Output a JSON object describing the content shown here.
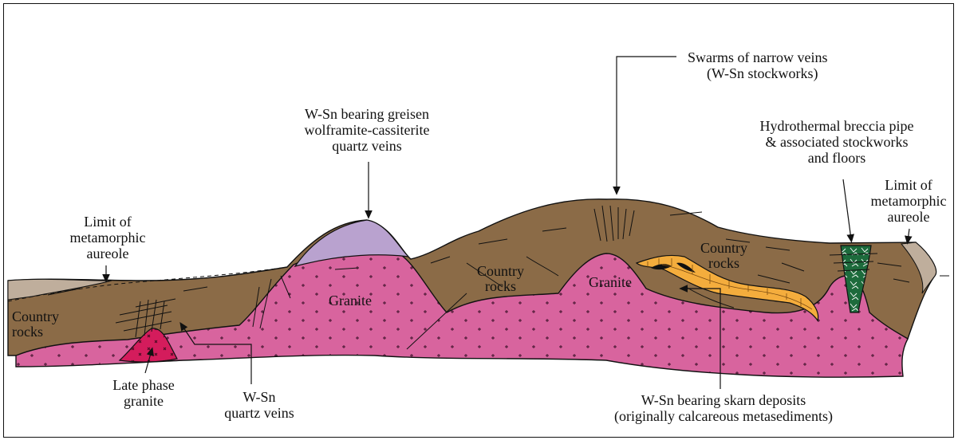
{
  "labels": {
    "swarms_line1": "Swarms of narrow veins",
    "swarms_line2": "(W-Sn stockworks)",
    "greisen_line1": "W-Sn bearing greisen",
    "greisen_line2": "wolframite-cassiterite",
    "greisen_line3": "quartz veins",
    "breccia_line1": "Hydrothermal breccia pipe",
    "breccia_line2": "& associated stockworks",
    "breccia_line3": "and floors",
    "limit_left_line1": "Limit of",
    "limit_left_line2": "metamorphic",
    "limit_left_line3": "aureole",
    "limit_right_line1": "Limit of",
    "limit_right_line2": "metamorphic",
    "limit_right_line3": "aureole",
    "late_phase_line1": "Late phase",
    "late_phase_line2": "granite",
    "quartz_veins_line1": "W-Sn",
    "quartz_veins_line2": "quartz veins",
    "skarn_line1": "W-Sn bearing skarn deposits",
    "skarn_line2": "(originally calcareous metasediments)"
  },
  "rock_labels": {
    "country_left_1": "Country",
    "country_left_2": "rocks",
    "granite_center": "Granite",
    "country_mid_1": "Country",
    "country_mid_2": "rocks",
    "granite_right": "Granite",
    "country_right_1": "Country",
    "country_right_2": "rocks"
  },
  "colors": {
    "country_rock": "#8b6b47",
    "aureole": "#bfae9c",
    "granite": "#d8649e",
    "late_granite": "#d41c5c",
    "greisen": "#b9a2cf",
    "skarn": "#f4ad3d",
    "breccia": "#1d6b3c"
  }
}
